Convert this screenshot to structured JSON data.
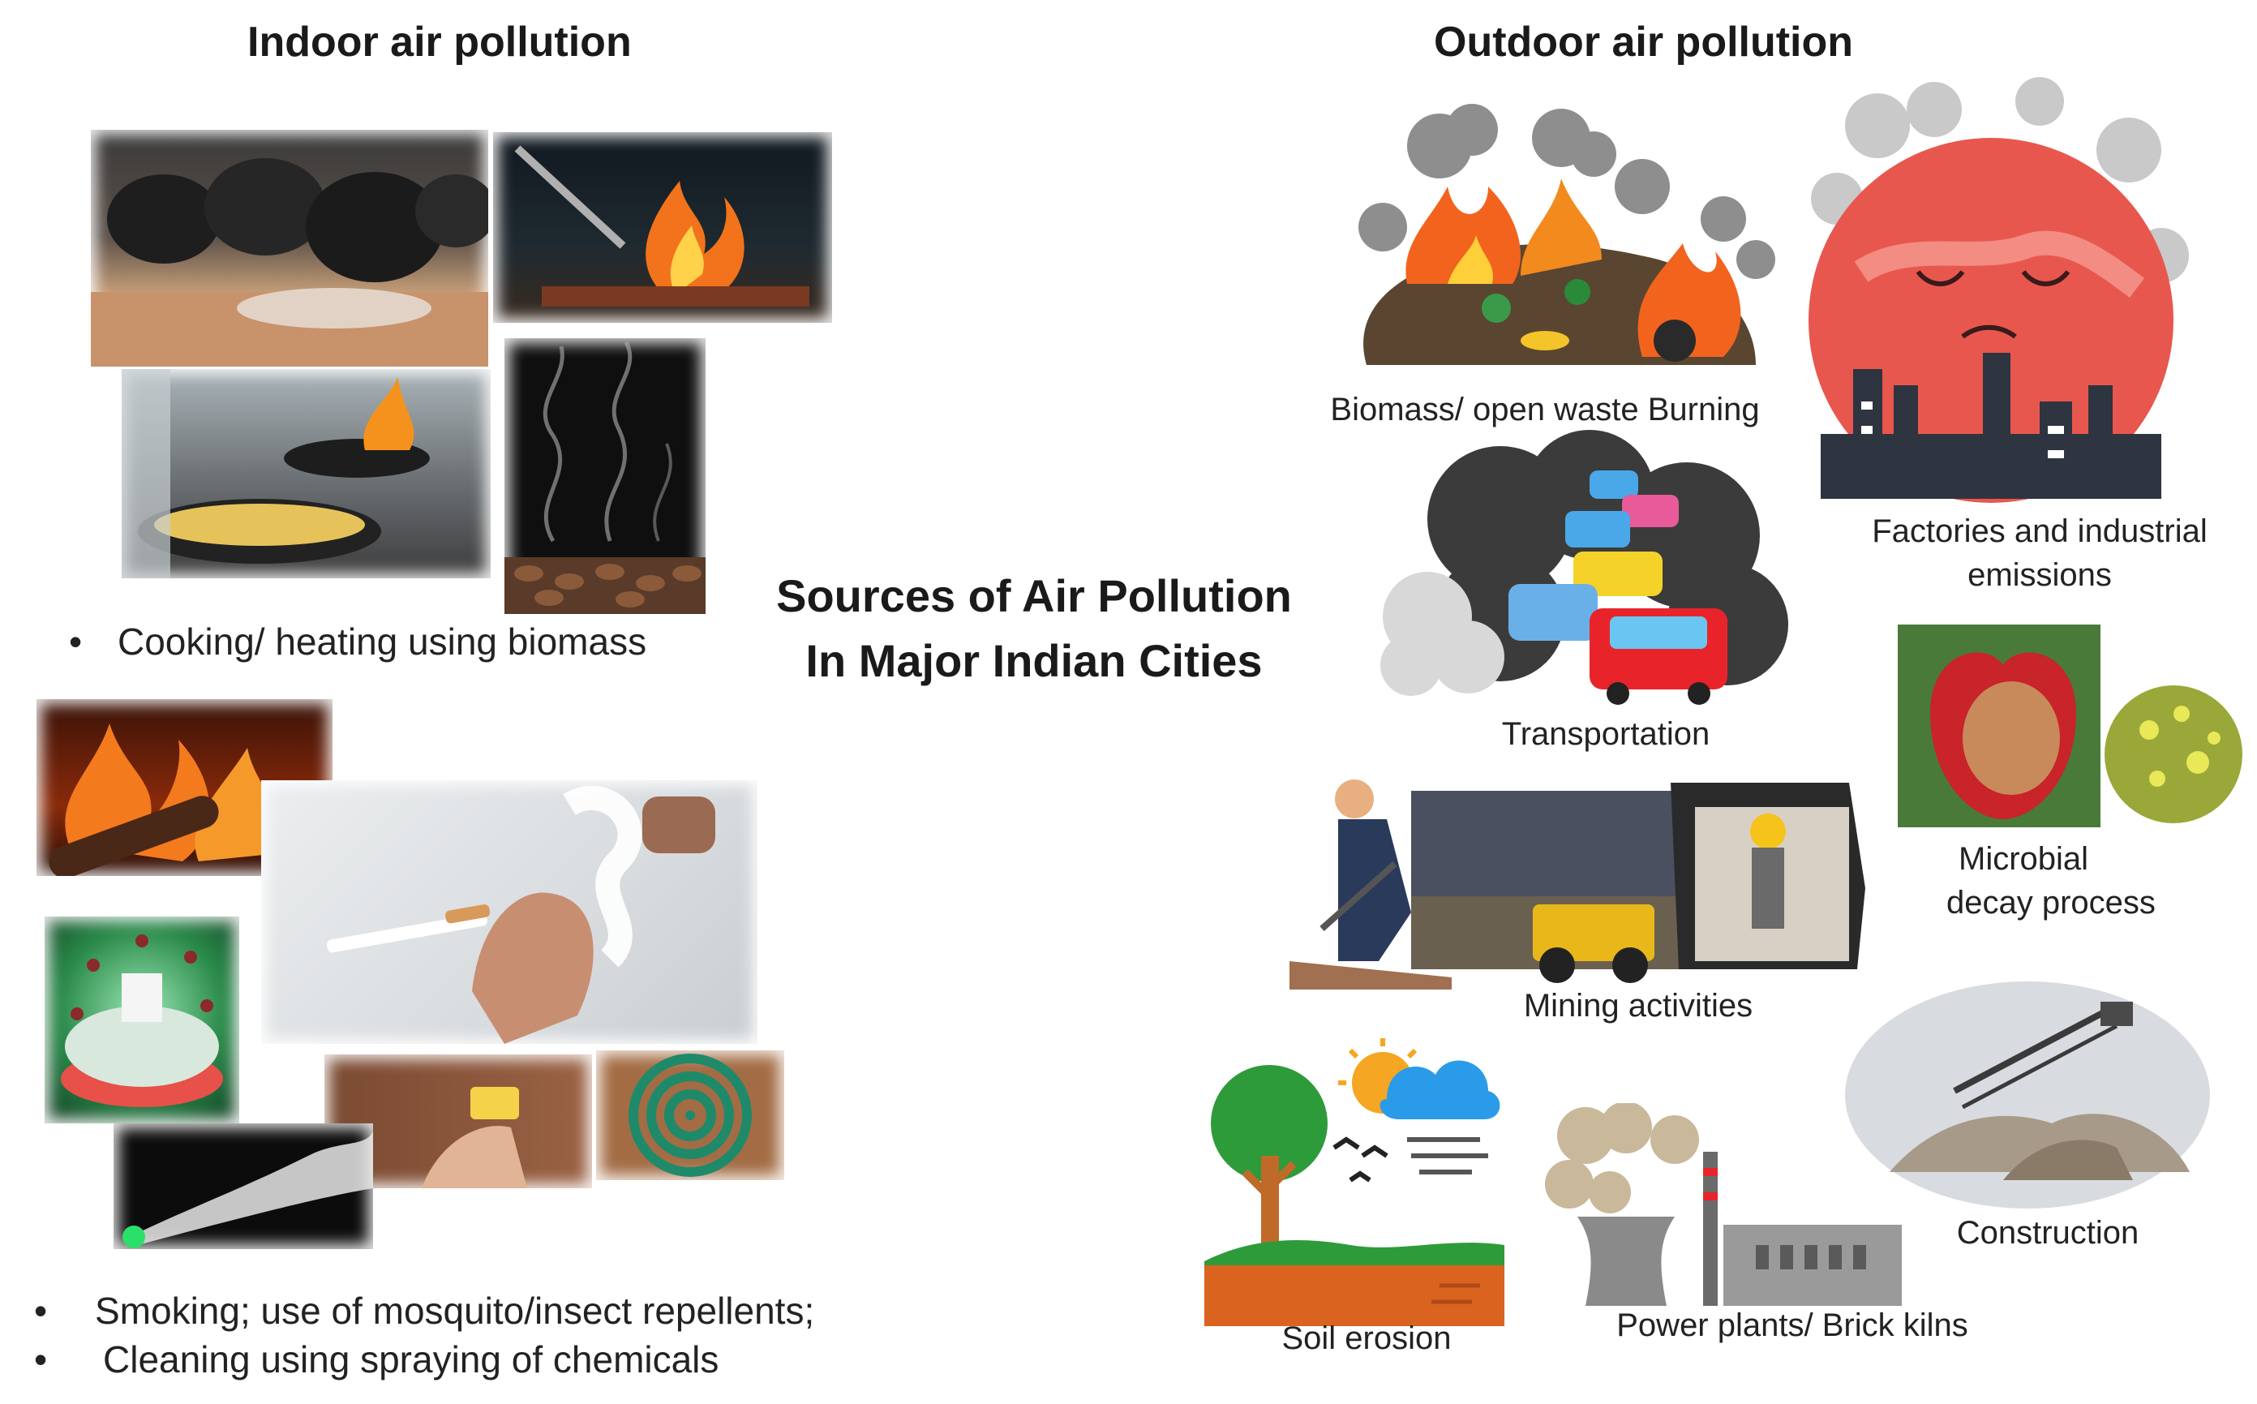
{
  "indoor": {
    "heading": "Indoor air pollution",
    "bullet_cooking": "Cooking/ heating using biomass",
    "bullet_smoking": "Smoking; use of mosquito/insect repellents;",
    "bullet_cleaning": "Cleaning using spraying of chemicals"
  },
  "center": {
    "title_line1": "Sources of Air Pollution",
    "title_line2": "In Major Indian Cities"
  },
  "outdoor": {
    "heading": "Outdoor air pollution",
    "biomass": "Biomass/ open waste Burning",
    "factories_line1": "Factories and industrial",
    "factories_line2": "emissions",
    "transportation": "Transportation",
    "microbial_line1": "Microbial",
    "microbial_line2": "decay process",
    "mining": "Mining activities",
    "construction": "Construction",
    "soil": "Soil erosion",
    "power": "Power plants/ Brick kilns"
  },
  "bullet_symbol": "•",
  "colors": {
    "fire": "#f26a1b",
    "smoke": "#8a8a8a",
    "dark_smoke": "#3b3b3b",
    "planet": "#e8574e",
    "soil": "#d9631f",
    "tree": "#2e9b3a",
    "sky": "#2a9be8",
    "sun": "#f5a623"
  }
}
